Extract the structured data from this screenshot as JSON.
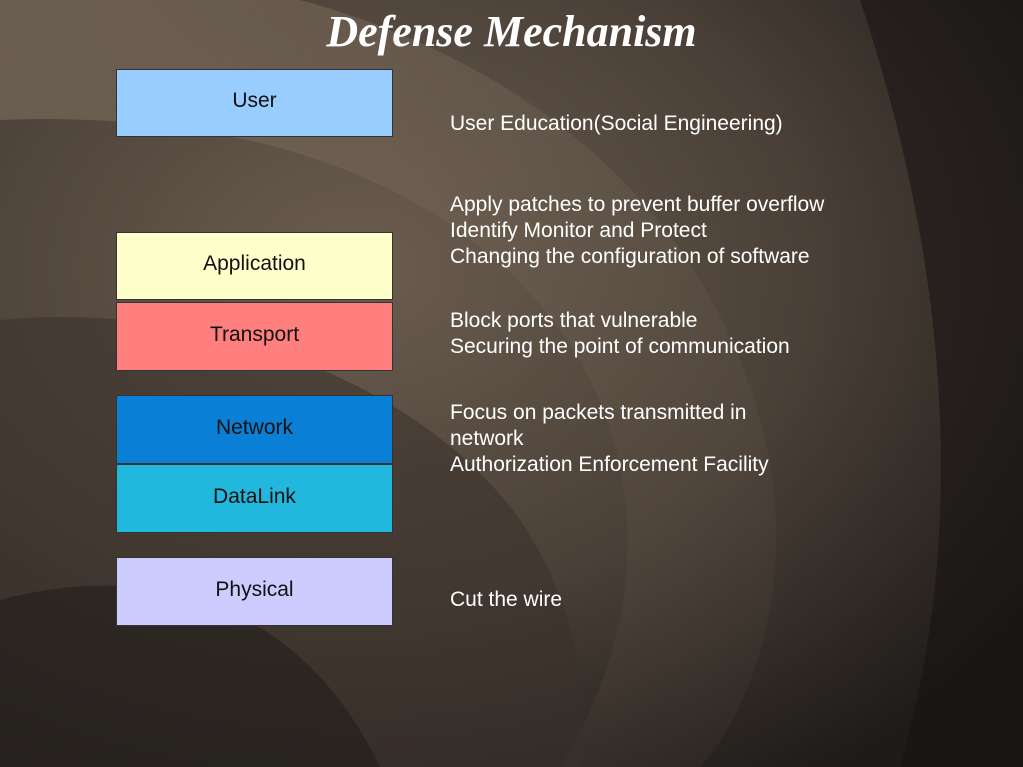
{
  "slide": {
    "title": "Defense Mechanism"
  },
  "layers": [
    {
      "label": "User",
      "color": "#99ccff"
    },
    {
      "label": "Application",
      "color": "#ffffcc"
    },
    {
      "label": "Transport",
      "color": "#ff7f7f"
    },
    {
      "label": "Network",
      "color": "#0a7fd6"
    },
    {
      "label": "DataLink",
      "color": "#22b7dd"
    },
    {
      "label": "Physical",
      "color": "#ccccff"
    }
  ],
  "defenses": {
    "user": [
      "User Education(Social Engineering)"
    ],
    "application": [
      "Apply patches to prevent buffer overflow",
      "Identify Monitor and Protect",
      "Changing the configuration of software"
    ],
    "transport": [
      "Block ports that vulnerable",
      "Securing the point of communication"
    ],
    "network": [
      "Focus on packets transmitted in network",
      "Authorization Enforcement Facility"
    ],
    "physical": [
      "Cut the wire"
    ]
  }
}
